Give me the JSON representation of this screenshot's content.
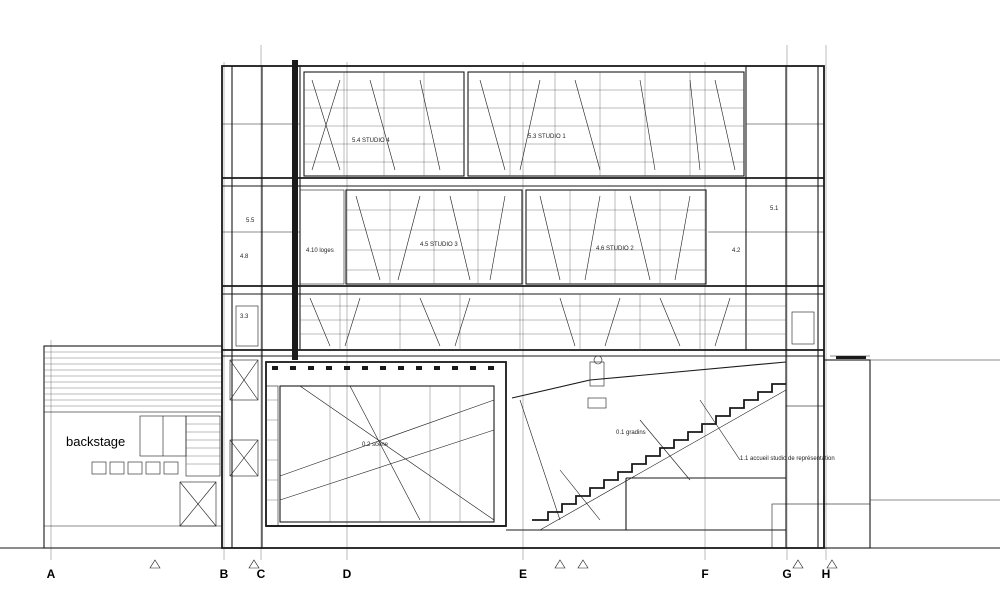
{
  "drawing": {
    "type": "architectural-section",
    "grid_axes": [
      "A",
      "B",
      "C",
      "D",
      "E",
      "F",
      "G",
      "H"
    ],
    "rooms": {
      "studio_1": "5.3 STUDIO 1",
      "studio_4": "5.4 STUDIO 4",
      "studio_2": "4.6 STUDIO 2",
      "studio_3": "4.5 STUDIO 3",
      "room_5_5": "5.5",
      "room_5_1": "5.1",
      "room_4_2": "4.2",
      "room_4_8": "4.8",
      "room_4_10": "4.10 loges",
      "room_3_3": "3.3",
      "scene": "0.2 scène",
      "gradins": "0.1 gradins",
      "accueil": "1.1 accueil studio de représentation",
      "backstage": "backstage"
    }
  }
}
